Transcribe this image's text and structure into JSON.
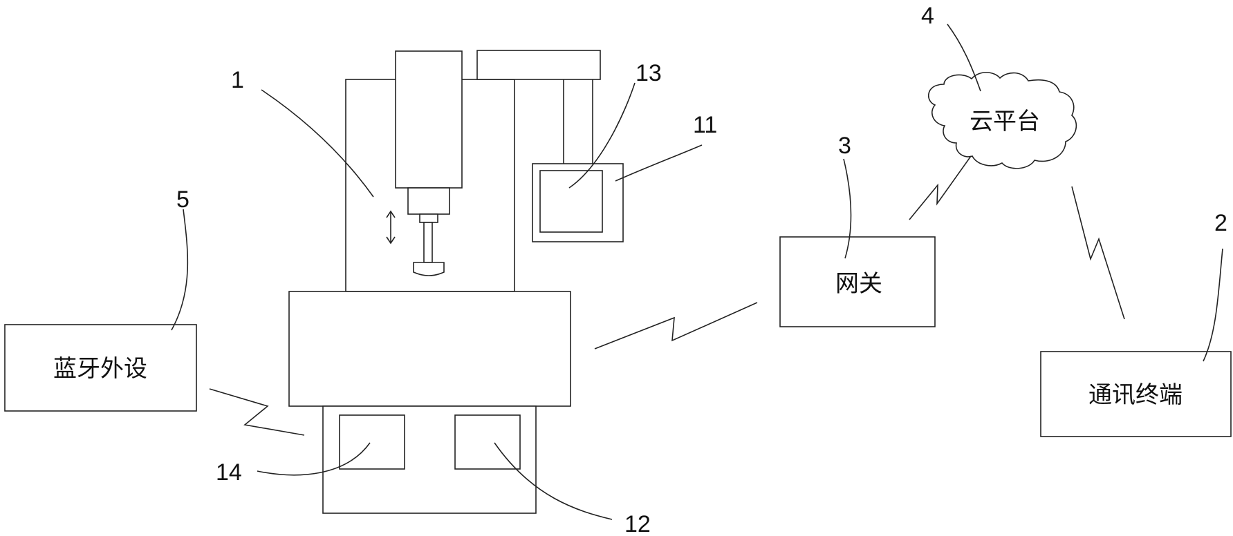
{
  "components": {
    "machine_tool": {
      "ref": "1"
    },
    "communication_terminal": {
      "ref": "2",
      "label": "通讯终端"
    },
    "gateway": {
      "ref": "3",
      "label": "网关"
    },
    "cloud_platform": {
      "ref": "4",
      "label": "云平台"
    },
    "bluetooth_peripheral": {
      "ref": "5",
      "label": "蓝牙外设"
    },
    "part_11": {
      "ref": "11"
    },
    "part_12": {
      "ref": "12"
    },
    "part_13": {
      "ref": "13"
    },
    "part_14": {
      "ref": "14"
    }
  }
}
